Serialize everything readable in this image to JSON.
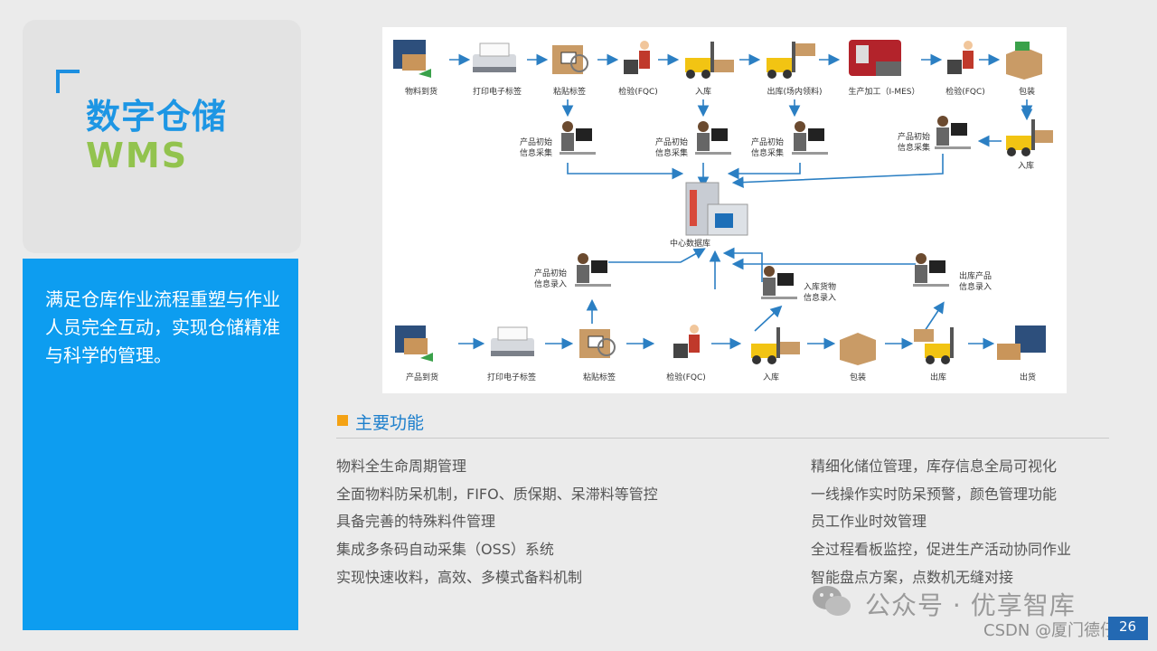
{
  "title": {
    "zh": "数字仓储",
    "en": "WMS"
  },
  "description": "满足仓库作业流程重塑与作业人员完全互动，实现仓储精准与科学的管理。",
  "diagram": {
    "row1": [
      "物料到货",
      "打印电子标签",
      "粘贴标签",
      "检验(FQC)",
      "入库",
      "出库(场内领料)",
      "生产加工（I-MES）",
      "检验(FQC)",
      "包装"
    ],
    "collect": {
      "line1": "产品初始",
      "line2": "信息采集"
    },
    "right_inbound": "入库",
    "center": "中心数据库",
    "entry_left": {
      "line1": "产品初始",
      "line2": "信息录入"
    },
    "entry_mid": {
      "line1": "入库货物",
      "line2": "信息录入"
    },
    "entry_right": {
      "line1": "出库产品",
      "line2": "信息录入"
    },
    "row3": [
      "产品到货",
      "打印电子标签",
      "粘贴标签",
      "检验(FQC)",
      "入库",
      "包装",
      "出库",
      "出货"
    ]
  },
  "features": {
    "title": "主要功能",
    "left": [
      "物料全生命周期管理",
      "全面物料防呆机制，FIFO、质保期、呆滞料等管控",
      "具备完善的特殊料件管理",
      "集成多条码自动采集（OSS）系统",
      "实现快速收料，高效、多模式备料机制"
    ],
    "right": [
      "精细化储位管理，库存信息全局可视化",
      "一线操作实时防呆预警，颜色管理功能",
      "员工作业时效管理",
      "全过程看板监控，促进生产活动协同作业",
      "智能盘点方案，点数机无缝对接"
    ]
  },
  "watermark": "公众号 · 优享智库",
  "csdn": "CSDN @厦门德仔",
  "page_number": "26",
  "colors": {
    "accent_blue": "#0d9df0",
    "title_blue": "#1d96e4",
    "title_green": "#92c34e",
    "marker_orange": "#f4a214"
  }
}
